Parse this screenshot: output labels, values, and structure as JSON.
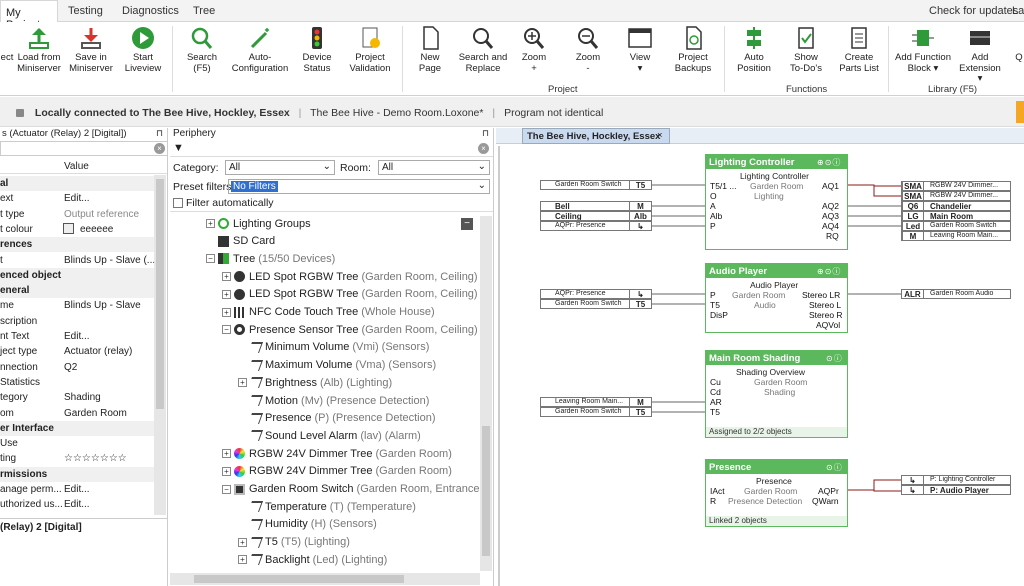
{
  "tabs": [
    "My Project",
    "Testing",
    "Diagnostics",
    "Tree"
  ],
  "check_updates": "Check for updates",
  "lang_short": "La",
  "ribbon": {
    "buttons": [
      {
        "l1": "ect",
        "l2": ""
      },
      {
        "l1": "Load from",
        "l2": "Miniserver"
      },
      {
        "l1": "Save in",
        "l2": "Miniserver"
      },
      {
        "l1": "Start",
        "l2": "Liveview"
      },
      {
        "l1": "Search",
        "l2": "(F5)"
      },
      {
        "l1": "Auto-",
        "l2": "Configuration"
      },
      {
        "l1": "Device",
        "l2": "Status"
      },
      {
        "l1": "Project",
        "l2": "Validation"
      },
      {
        "l1": "New",
        "l2": "Page"
      },
      {
        "l1": "Search and",
        "l2": "Replace"
      },
      {
        "l1": "Zoom",
        "l2": "+"
      },
      {
        "l1": "Zoom",
        "l2": "-"
      },
      {
        "l1": "View",
        "l2": ""
      },
      {
        "l1": "Project",
        "l2": "Backups"
      },
      {
        "l1": "Auto",
        "l2": "Position"
      },
      {
        "l1": "Show",
        "l2": "To-Do's"
      },
      {
        "l1": "Create",
        "l2": "Parts List"
      },
      {
        "l1": "Add Function",
        "l2": "Block"
      },
      {
        "l1": "Add",
        "l2": "Extension"
      },
      {
        "l1": "Q",
        "l2": ""
      }
    ],
    "groups": [
      "Project",
      "Functions",
      "Library (F5)"
    ]
  },
  "status": {
    "connected": "Locally connected to The Bee Hive, Hockley, Essex",
    "project": "The Bee Hive - Demo Room.Loxone*",
    "program": "Program not identical"
  },
  "left": {
    "title": "s (Actuator (Relay) 2 [Digital])",
    "col_value": "Value",
    "rows": [
      {
        "k": "al",
        "v": "",
        "sec": true
      },
      {
        "k": "ext",
        "v": "Edit..."
      },
      {
        "k": "t type",
        "v": "Output reference"
      },
      {
        "k": "t colour",
        "v": "eeeeee"
      },
      {
        "k": "rences",
        "v": "",
        "sec": true
      },
      {
        "k": "t",
        "v": "Blinds Up - Slave (..."
      },
      {
        "k": "enced object",
        "v": "",
        "sec": true
      },
      {
        "k": "eneral",
        "v": "",
        "sec": true
      },
      {
        "k": "me",
        "v": "Blinds Up - Slave"
      },
      {
        "k": "scription",
        "v": ""
      },
      {
        "k": "nt Text",
        "v": "Edit..."
      },
      {
        "k": "ject type",
        "v": "Actuator (relay)"
      },
      {
        "k": "nnection",
        "v": "Q2"
      },
      {
        "k": "Statistics",
        "v": ""
      },
      {
        "k": "tegory",
        "v": "Shading"
      },
      {
        "k": "om",
        "v": "Garden Room"
      },
      {
        "k": "er Interface",
        "v": "",
        "sec": true
      },
      {
        "k": "Use",
        "v": ""
      },
      {
        "k": "ting",
        "v": "☆☆☆☆☆☆☆"
      },
      {
        "k": "rmissions",
        "v": "",
        "sec": true
      },
      {
        "k": "anage perm...",
        "v": "Edit..."
      },
      {
        "k": "uthorized us...",
        "v": "Edit..."
      }
    ],
    "footer": "(Relay) 2 [Digital]"
  },
  "periphery": {
    "title": "Periphery",
    "category_label": "Category:",
    "category_value": "All",
    "room_label": "Room:",
    "room_value": "All",
    "preset_label": "Preset filters",
    "preset_value": "No Filters",
    "filter_auto": "Filter automatically",
    "tree": [
      {
        "name": "Lighting Groups",
        "room": "",
        "lvl": 0,
        "exp": "+"
      },
      {
        "name": "SD Card",
        "room": "",
        "lvl": 0,
        "exp": ""
      },
      {
        "name": "Tree",
        "room": "(15/50 Devices)",
        "lvl": 0,
        "exp": "-"
      },
      {
        "name": "LED Spot RGBW Tree",
        "room": "(Garden Room, Ceiling)",
        "lvl": 1,
        "exp": "+"
      },
      {
        "name": "LED Spot RGBW Tree",
        "room": "(Garden Room, Ceiling)",
        "lvl": 1,
        "exp": "+"
      },
      {
        "name": "NFC Code Touch Tree",
        "room": "(Whole House)",
        "lvl": 1,
        "exp": "+"
      },
      {
        "name": "Presence Sensor Tree",
        "room": "(Garden Room, Ceiling)",
        "lvl": 1,
        "exp": "-"
      },
      {
        "name": "Minimum Volume",
        "room": "(Vmi) (Sensors)",
        "lvl": 2,
        "exp": ""
      },
      {
        "name": "Maximum Volume",
        "room": "(Vma) (Sensors)",
        "lvl": 2,
        "exp": ""
      },
      {
        "name": "Brightness",
        "room": "(Alb) (Lighting)",
        "lvl": 2,
        "exp": "+"
      },
      {
        "name": "Motion",
        "room": "(Mv) (Presence Detection)",
        "lvl": 2,
        "exp": ""
      },
      {
        "name": "Presence",
        "room": "(P) (Presence Detection)",
        "lvl": 2,
        "exp": ""
      },
      {
        "name": "Sound Level Alarm",
        "room": "(lav) (Alarm)",
        "lvl": 2,
        "exp": ""
      },
      {
        "name": "RGBW 24V Dimmer Tree",
        "room": "(Garden Room)",
        "lvl": 1,
        "exp": "+"
      },
      {
        "name": "RGBW 24V Dimmer Tree",
        "room": "(Garden Room)",
        "lvl": 1,
        "exp": "+"
      },
      {
        "name": "Garden Room Switch",
        "room": "(Garden Room, Entrance",
        "lvl": 1,
        "exp": "-"
      },
      {
        "name": "Temperature",
        "room": "(T) (Temperature)",
        "lvl": 2,
        "exp": ""
      },
      {
        "name": "Humidity",
        "room": "(H) (Sensors)",
        "lvl": 2,
        "exp": ""
      },
      {
        "name": "T5",
        "room": "(T5) (Lighting)",
        "lvl": 2,
        "exp": "+"
      },
      {
        "name": "Backlight",
        "room": "(Led) (Lighting)",
        "lvl": 2,
        "exp": "+"
      }
    ]
  },
  "canvas": {
    "tab": "The Bee Hive, Hockley, Essex",
    "lighting": {
      "title": "Lighting Controller",
      "sub": [
        "Lighting Controller",
        "Garden Room",
        "Lighting"
      ],
      "inputs": [
        "T5/1 ...",
        "O",
        "A",
        "Alb",
        "P"
      ],
      "outputs": [
        "AQ1",
        "AQ2",
        "AQ3",
        "AQ4",
        "RQ"
      ],
      "in_boxes": [
        {
          "t": "Garden Room Switch",
          "c": "T5"
        },
        {
          "t": "Bell",
          "c": "M"
        },
        {
          "t": "Ceiling",
          "c": "Alb"
        },
        {
          "t": "AQPr: Presence",
          "c": "↳"
        }
      ],
      "out_boxes": [
        {
          "c": "SMA",
          "t": "RGBW 24V Dimmer..."
        },
        {
          "c": "SMA",
          "t": "RGBW 24V Dimmer..."
        },
        {
          "c": "Q6",
          "t": "Chandelier"
        },
        {
          "c": "LG",
          "t": "Main Room"
        },
        {
          "c": "Led",
          "t": "Garden Room Switch"
        },
        {
          "c": "M",
          "t": "Leaving Room Main..."
        }
      ]
    },
    "audio": {
      "title": "Audio Player",
      "sub": [
        "Audio Player",
        "Garden Room",
        "Audio"
      ],
      "inputs": [
        "P",
        "T5",
        "DisP"
      ],
      "outputs": [
        "Stereo LR",
        "Stereo L",
        "Stereo R",
        "AQVol"
      ],
      "in_boxes": [
        {
          "t": "AQPr: Presence",
          "c": "↳"
        },
        {
          "t": "Garden Room Switch",
          "c": "T5"
        }
      ],
      "out_boxes": [
        {
          "c": "ALR",
          "t": "Garden Room Audio"
        }
      ]
    },
    "shading": {
      "title": "Main Room Shading",
      "sub": [
        "Shading Overview",
        "Garden Room",
        "Shading"
      ],
      "inputs": [
        "Cu",
        "Cd",
        "AR",
        "T5"
      ],
      "footer": "Assigned to 2/2 objects",
      "in_boxes": [
        {
          "t": "Leaving Room Main...",
          "c": "M"
        },
        {
          "t": "Garden Room Switch",
          "c": "T5"
        }
      ]
    },
    "presence": {
      "title": "Presence",
      "sub": [
        "Presence",
        "Garden Room",
        "Presence Detection"
      ],
      "inputs": [
        "IAct",
        "R"
      ],
      "outputs": [
        "AQPr",
        "QWarn"
      ],
      "footer": "Linked 2 objects",
      "out_boxes": [
        {
          "t": "P: Lighting Controller"
        },
        {
          "t": "P: Audio Player"
        }
      ]
    },
    "colors": {
      "block": "#5cb85c",
      "wire": "#8b1a1a",
      "accent": "#2f6fd0"
    }
  }
}
